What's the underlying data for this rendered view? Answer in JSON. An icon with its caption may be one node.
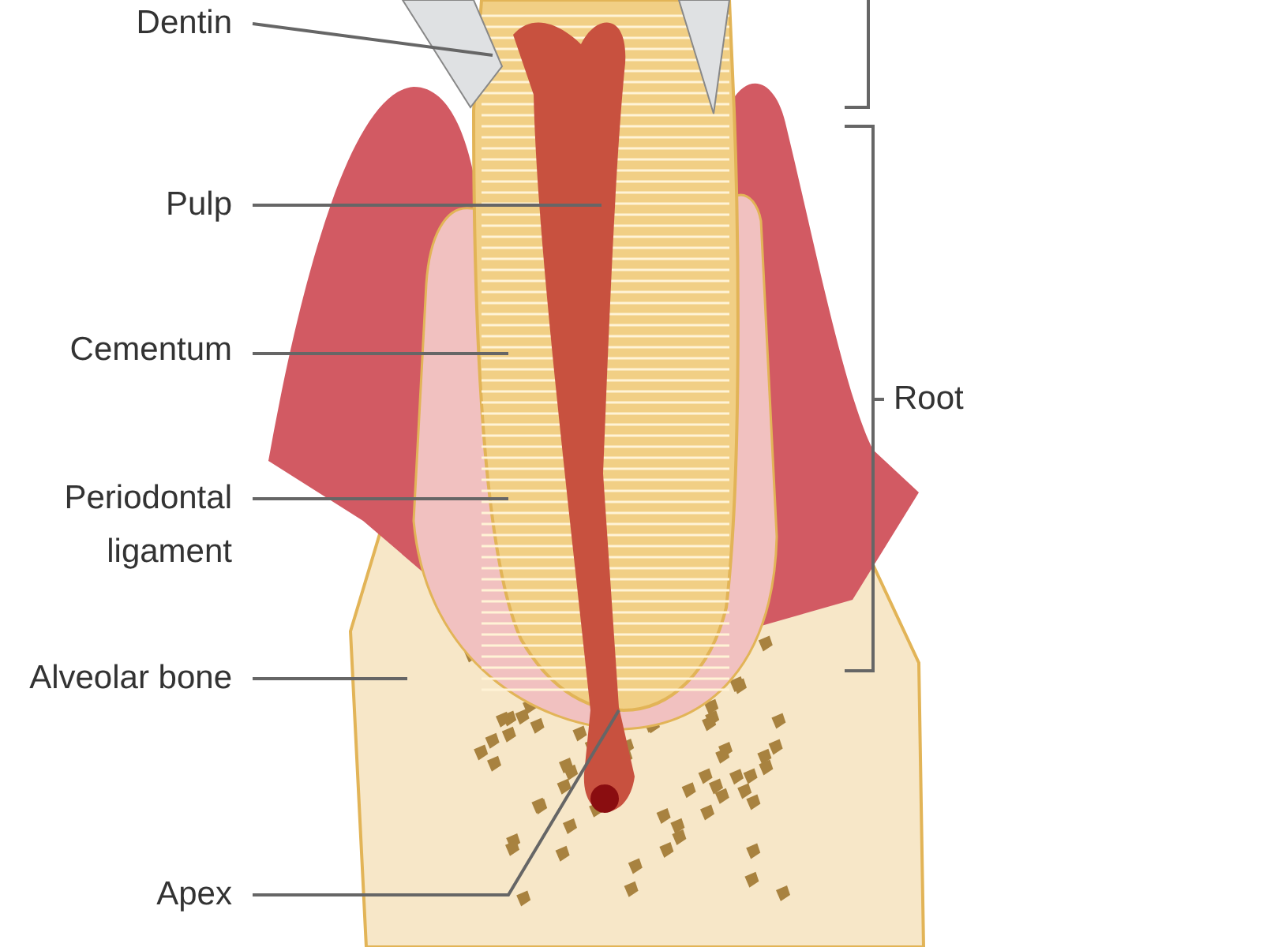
{
  "diagram": {
    "nodes": [
      {
        "text": [
          "Dentin"
        ]
      },
      {
        "text": [
          "Pulp"
        ]
      },
      {
        "text": [
          "Cementum"
        ]
      },
      {
        "text": [
          "Periodontal ligament"
        ]
      },
      {
        "text": [
          "Alveolar bone"
        ]
      },
      {
        "text": [
          "Apex"
        ]
      }
    ],
    "edges": [
      {
        "from": 0,
        "to": null,
        "arrow": "none"
      },
      {
        "from": 1,
        "to": null,
        "arrow": "none"
      },
      {
        "from": 2,
        "to": null,
        "arrow": "none"
      },
      {
        "from": 3,
        "to": null,
        "arrow": "none"
      },
      {
        "from": 4,
        "to": null,
        "arrow": "none"
      },
      {
        "from": 5,
        "to": null,
        "arrow": "none"
      }
    ],
    "labels": [
      "Root"
    ]
  }
}
